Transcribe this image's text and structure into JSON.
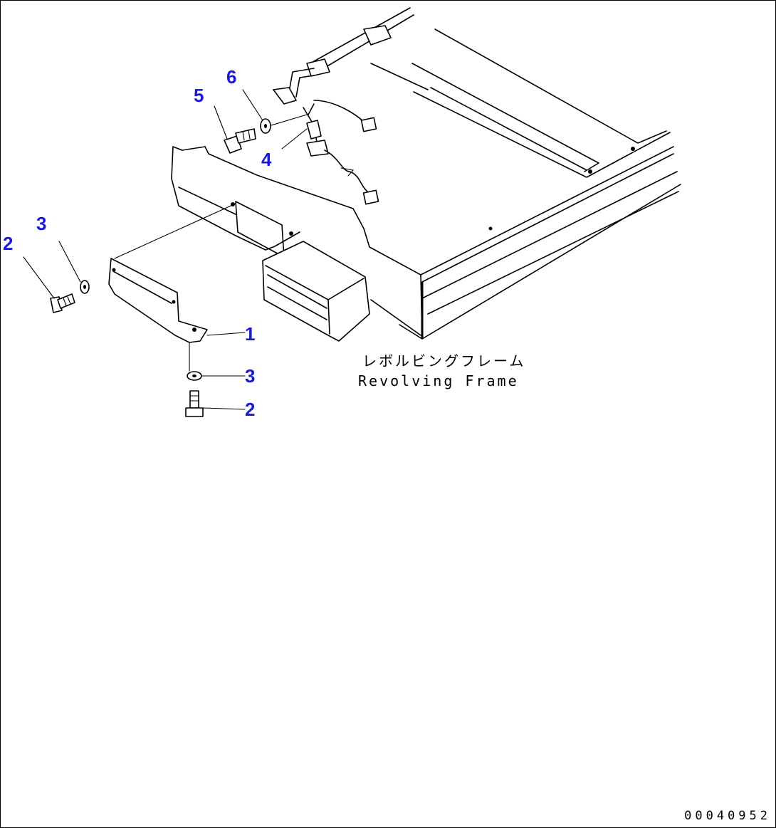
{
  "callouts": {
    "c1": "1",
    "c2a": "2",
    "c2b": "2",
    "c3a": "3",
    "c3b": "3",
    "c4": "4",
    "c5": "5",
    "c6": "6"
  },
  "frame_label": {
    "japanese": "レボルビングフレーム",
    "english": "Revolving Frame"
  },
  "drawing_number": "00040952",
  "colors": {
    "callout": "#1a1ad6",
    "line": "#000000"
  }
}
